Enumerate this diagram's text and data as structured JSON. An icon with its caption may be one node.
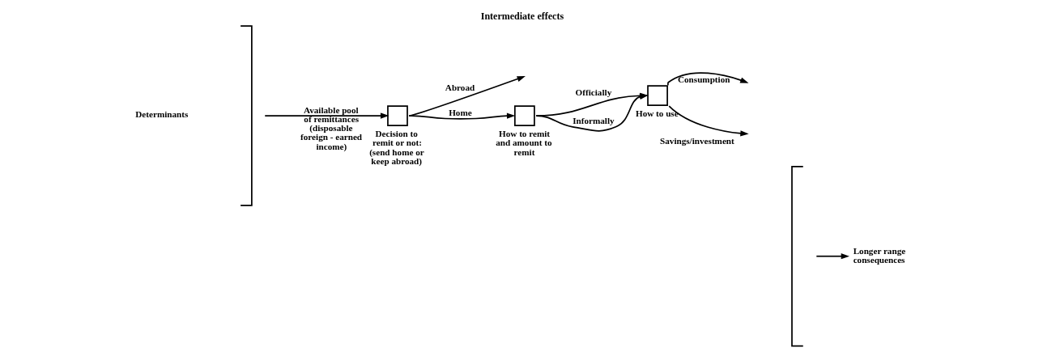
{
  "diagram": {
    "title": "Intermediate effects",
    "nodes": [
      {
        "text": [
          "Determinants"
        ]
      },
      {
        "text": [],
        "shape": "bracket"
      },
      {
        "text": [
          "Decision to remit or not: (send home or keep abroad)"
        ],
        "beside": [
          "Available pool of remittances (disposable foreign - earned income)"
        ]
      },
      {
        "text": [
          "How to remit and amount to remit"
        ]
      },
      {
        "text": [
          "How to use"
        ]
      },
      {
        "text": [],
        "shape": "bracket"
      },
      {
        "text": [
          "Longer range consequences"
        ]
      }
    ],
    "edges": [
      {
        "from": 1,
        "to": 2,
        "arrow": "to"
      },
      {
        "from": 2,
        "to": null,
        "arrow": "to",
        "label": "Abroad"
      },
      {
        "from": 2,
        "to": 3,
        "arrow": "to",
        "label": "Home"
      },
      {
        "from": 3,
        "to": 4,
        "arrow": "to",
        "label": "Officially"
      },
      {
        "from": 3,
        "to": 4,
        "arrow": "to",
        "label": "Informally"
      },
      {
        "from": 4,
        "to": null,
        "arrow": "to",
        "label": "Consumption"
      },
      {
        "from": 4,
        "to": null,
        "arrow": "to",
        "label": "Savings/investment"
      },
      {
        "from": 5,
        "to": 6,
        "arrow": "to"
      }
    ]
  }
}
